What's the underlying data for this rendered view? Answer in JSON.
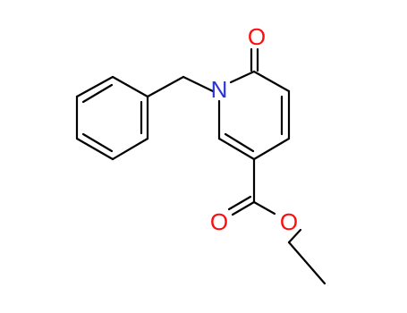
{
  "molecule": {
    "atoms": [
      {
        "id": "N1",
        "symbol": "N",
        "color": "#2b34d6"
      },
      {
        "id": "O_keto",
        "symbol": "O",
        "color": "#ff0d0d"
      },
      {
        "id": "O_carbonyl",
        "symbol": "O",
        "color": "#ff0d0d"
      },
      {
        "id": "O_ether",
        "symbol": "O",
        "color": "#ff0d0d"
      }
    ]
  },
  "colors": {
    "bond": "#000000",
    "nitrogen": "#2b34d6",
    "oxygen": "#ff0d0d",
    "background": "#ffffff"
  }
}
